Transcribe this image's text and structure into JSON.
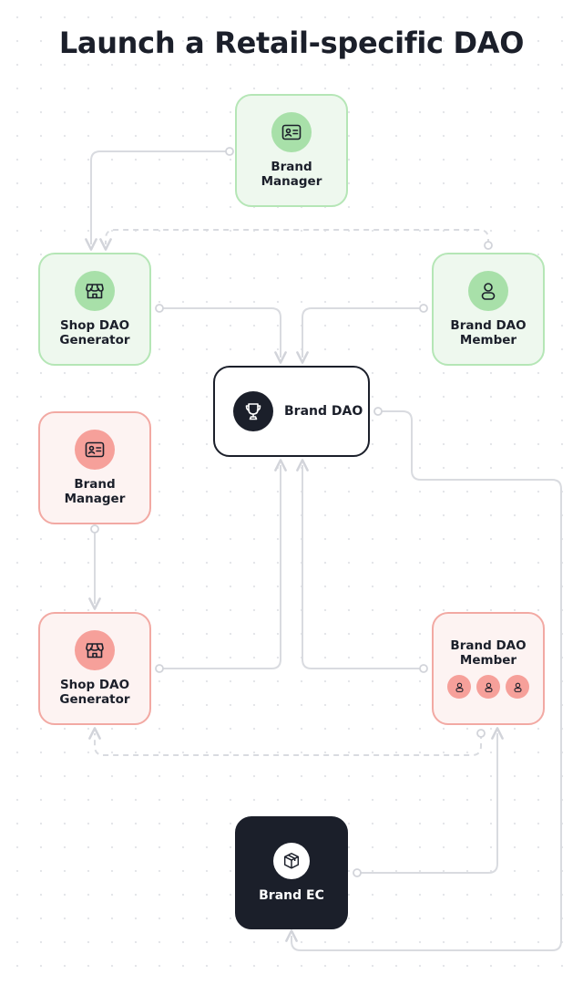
{
  "title": "Launch a Retail-specific DAO",
  "colors": {
    "green_fill": "#eef8ee",
    "green_border": "#b5e6b6",
    "green_icon": "#a8e0a9",
    "red_fill": "#fdf3f2",
    "red_border": "#f2a9a3",
    "red_icon": "#f6a09a",
    "dark": "#1b1f2a",
    "connector": "#d9dbe0"
  },
  "nodes": {
    "brand_manager_top": {
      "label": "Brand\nManager",
      "icon": "id-card-icon"
    },
    "shop_dao_generator_top": {
      "label": "Shop DAO\nGenerator",
      "icon": "storefront-icon"
    },
    "brand_dao_member_top": {
      "label": "Brand DAO\nMember",
      "icon": "user-icon"
    },
    "brand_dao": {
      "label": "Brand DAO",
      "icon": "trophy-icon"
    },
    "brand_manager_bottom": {
      "label": "Brand\nManager",
      "icon": "id-card-icon"
    },
    "shop_dao_generator_bottom": {
      "label": "Shop DAO\nGenerator",
      "icon": "storefront-icon"
    },
    "brand_dao_members_bottom": {
      "label": "Brand DAO\nMember",
      "icon": "user-icon",
      "member_count": 3
    },
    "brand_ec": {
      "label": "Brand EC",
      "icon": "package-icon"
    }
  }
}
